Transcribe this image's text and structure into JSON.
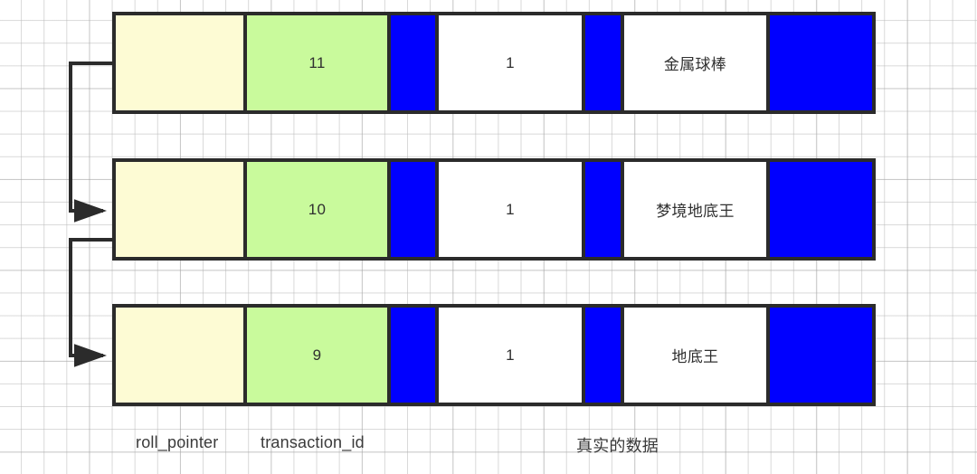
{
  "diagram": {
    "title": "undo log version chain",
    "background": {
      "type": "graph-paper-grid",
      "grid_color": "#e3e3e3",
      "page_color": "#ffffff"
    },
    "colors": {
      "roll_pointer_cell": "#fdfbd4",
      "transaction_id_cell": "#c9fa9c",
      "separator_bar": "#0000ff",
      "data_cell": "#ffffff",
      "border": "#2b2b2b",
      "text": "#303030",
      "arrow": "#2b2b2b"
    },
    "rows": [
      {
        "id": "row-1",
        "roll_pointer": "",
        "transaction_id": "11",
        "col_1": "1",
        "col_2": "金属球棒"
      },
      {
        "id": "row-2",
        "roll_pointer": "",
        "transaction_id": "10",
        "col_1": "1",
        "col_2": "梦境地底王"
      },
      {
        "id": "row-3",
        "roll_pointer": "",
        "transaction_id": "9",
        "col_1": "1",
        "col_2": "地底王"
      }
    ],
    "captions": [
      {
        "id": "caption-roll-pointer",
        "label": "roll_pointer"
      },
      {
        "id": "caption-transaction-id",
        "label": "transaction_id"
      },
      {
        "id": "caption-real-data",
        "label": "真实的数据"
      }
    ],
    "pointers": [
      {
        "id": "pointer-row1-to-row2",
        "from": "row-1",
        "to": "row-2"
      },
      {
        "id": "pointer-row2-to-row3",
        "from": "row-2",
        "to": "row-3"
      }
    ]
  }
}
